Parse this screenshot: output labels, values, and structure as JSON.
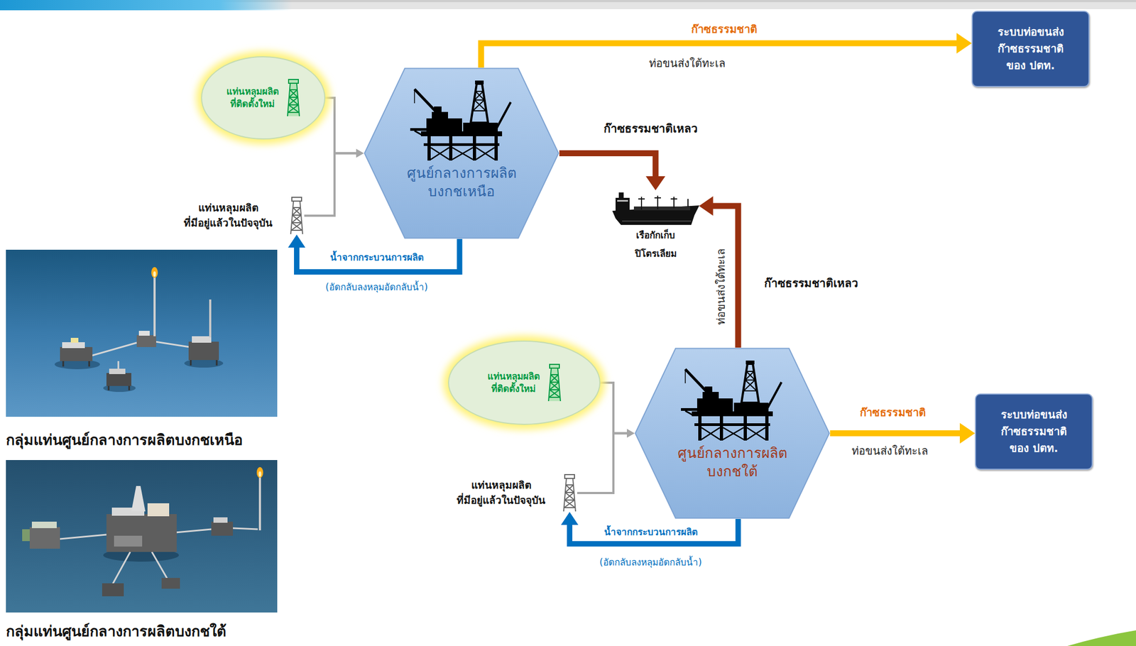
{
  "diagram": {
    "nodes": [
      {
        "text": [
          "แท่นหลุมผลิต ที่ติดตั้งใหม่"
        ]
      },
      {
        "text": [
          "ศูนย์กลางการผลิต บงกชเหนือ"
        ]
      },
      {
        "text": [
          "ระบบท่อขนส่ง ก๊าซธรรมชาติ ของ ปตท."
        ]
      },
      {
        "text": [
          "แท่นหลุมผลิต ที่มีอยู่แล้วในปัจจุบัน"
        ]
      },
      {
        "text": [
          "เรือกักเก็บ ปิโตรเลียม"
        ]
      },
      {
        "text": [
          "แท่นหลุมผลิต ที่ติดตั้งใหม่"
        ]
      },
      {
        "text": [
          "แท่นหลุมผลิต ที่มีอยู่แล้วในปัจจุบัน"
        ]
      },
      {
        "text": [
          "ศูนย์กลางการผลิต บงกชใต้"
        ]
      },
      {
        "text": [
          "ระบบท่อขนส่ง ก๊าซธรรมชาติ ของ ปตท."
        ]
      }
    ],
    "edges": [
      {
        "from": 0,
        "to": 1,
        "arrow": "to"
      },
      {
        "from": 3,
        "to": 1,
        "arrow": "to"
      },
      {
        "from": 1,
        "to": 2,
        "label": "ก๊าซธรรมชาติ",
        "arrow": "to"
      },
      {
        "from": 1,
        "to": 4,
        "label": "ก๊าซธรรมชาติเหลว",
        "arrow": "to"
      },
      {
        "from": 1,
        "to": 3,
        "label": "น้ำจากกระบวนการผลิต",
        "arrow": "to"
      },
      {
        "from": 5,
        "to": 7,
        "arrow": "to"
      },
      {
        "from": 6,
        "to": 7,
        "arrow": "to"
      },
      {
        "from": 7,
        "to": 8,
        "label": "ก๊าซธรรมชาติ",
        "arrow": "to"
      },
      {
        "from": 7,
        "to": 4,
        "label": "ก๊าซธรรมชาติเหลว",
        "arrow": "to"
      },
      {
        "from": 7,
        "to": 6,
        "label": "น้ำจากกระบวนการผลิต",
        "arrow": "to"
      }
    ],
    "labels": [
      "ท่อขนส่งใต้ทะเล",
      "(อัดกลับลงหลุมอัดกลับน้ำ)",
      "ท่อขนส่งใต้ทะเล",
      "กลุ่มแท่นศูนย์กลางการผลิตบงกชเหนือ",
      "ท่อขนส่งใต้ทะเล",
      "กลุ่มแท่นศูนย์กลางการผลิตบงกชใต้",
      "(อัดกลับลงหลุมอัดกลับน้ำ)"
    ]
  }
}
